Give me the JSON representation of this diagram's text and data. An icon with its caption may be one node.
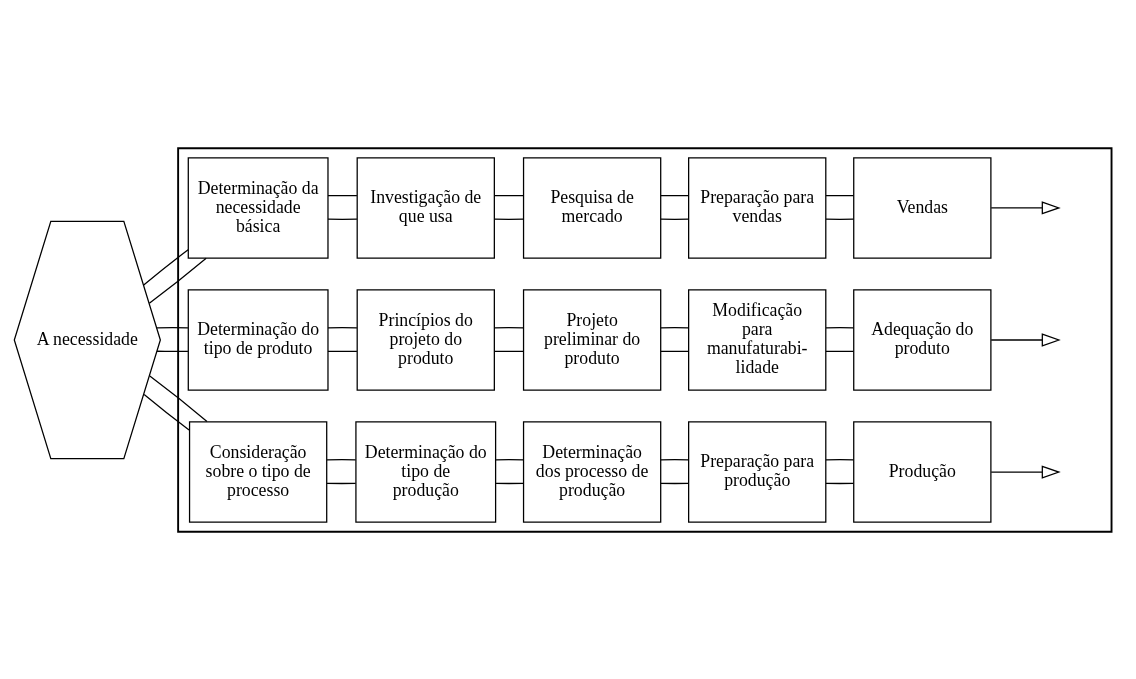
{
  "diagram": {
    "nodes": [
      {
        "text": [],
        "shape": "arrow"
      },
      {
        "text": [
          "A necessidade"
        ]
      },
      {
        "text": [
          "Determinação da necessidade básica"
        ],
        "in": 0
      },
      {
        "text": [
          "Investigação de que usa"
        ],
        "in": 0
      },
      {
        "text": [
          "Pesquisa de mercado"
        ],
        "in": 0
      },
      {
        "text": [
          "Preparação para vendas"
        ],
        "in": 0
      },
      {
        "text": [
          "Vendas"
        ],
        "in": 0
      },
      {
        "text": [
          "Determinação do tipo de produto"
        ],
        "in": 0
      },
      {
        "text": [
          "Princípios do projeto do produto"
        ],
        "in": 0
      },
      {
        "text": [
          "Projeto preliminar do produto"
        ],
        "in": 0
      },
      {
        "text": [
          "Modificação para manufaturabi- lidade"
        ],
        "in": 0
      },
      {
        "text": [
          "Adequação do produto"
        ],
        "in": 0
      },
      {
        "text": [
          "Consideração sobre o tipo de processo"
        ],
        "in": 0
      },
      {
        "text": [
          "Determinação do tipo de produção"
        ],
        "in": 0
      },
      {
        "text": [
          "Determinação dos processo de produção"
        ],
        "in": 0
      },
      {
        "text": [
          "Preparação para produção"
        ],
        "in": 0
      },
      {
        "text": [
          "Produção"
        ],
        "in": 0
      }
    ],
    "edges": [
      {
        "from": 1,
        "to": 2,
        "arrow": "none"
      },
      {
        "from": 1,
        "to": 2,
        "arrow": "none"
      },
      {
        "from": 2,
        "to": 3,
        "arrow": "none"
      },
      {
        "from": 2,
        "to": 3,
        "arrow": "none"
      },
      {
        "from": 3,
        "to": 4,
        "arrow": "none"
      },
      {
        "from": 3,
        "to": 4,
        "arrow": "none"
      },
      {
        "from": 4,
        "to": 5,
        "arrow": "none"
      },
      {
        "from": 4,
        "to": 5,
        "arrow": "none"
      },
      {
        "from": 5,
        "to": 6,
        "arrow": "none"
      },
      {
        "from": 5,
        "to": 6,
        "arrow": "none"
      },
      {
        "from": 6,
        "to": null,
        "arrow": "to"
      },
      {
        "from": 1,
        "to": 7,
        "arrow": "none"
      },
      {
        "from": 1,
        "to": 7,
        "arrow": "none"
      },
      {
        "from": 7,
        "to": 8,
        "arrow": "none"
      },
      {
        "from": 7,
        "to": 8,
        "arrow": "none"
      },
      {
        "from": 8,
        "to": 9,
        "arrow": "none"
      },
      {
        "from": 8,
        "to": 9,
        "arrow": "none"
      },
      {
        "from": 9,
        "to": 10,
        "arrow": "none"
      },
      {
        "from": 9,
        "to": 10,
        "arrow": "none"
      },
      {
        "from": 10,
        "to": 11,
        "arrow": "none"
      },
      {
        "from": 10,
        "to": 11,
        "arrow": "none"
      },
      {
        "from": 11,
        "to": null,
        "arrow": "to"
      },
      {
        "from": 1,
        "to": 12,
        "arrow": "none"
      },
      {
        "from": 1,
        "to": 12,
        "arrow": "none"
      },
      {
        "from": 12,
        "to": 13,
        "arrow": "none"
      },
      {
        "from": 12,
        "to": 13,
        "arrow": "none"
      },
      {
        "from": 13,
        "to": 14,
        "arrow": "none"
      },
      {
        "from": 13,
        "to": 14,
        "arrow": "none"
      },
      {
        "from": 14,
        "to": 15,
        "arrow": "none"
      },
      {
        "from": 14,
        "to": 15,
        "arrow": "none"
      },
      {
        "from": 15,
        "to": 16,
        "arrow": "none"
      },
      {
        "from": 15,
        "to": 16,
        "arrow": "none"
      },
      {
        "from": 16,
        "to": null,
        "arrow": "to"
      }
    ]
  }
}
